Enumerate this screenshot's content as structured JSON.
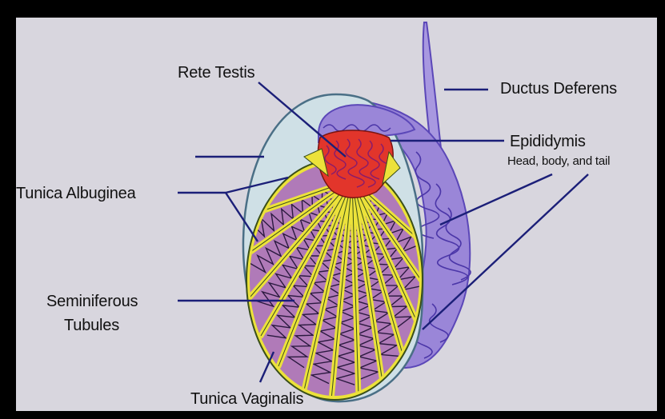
{
  "labels": {
    "rete_testis": "Rete Testis",
    "ductus_deferens": "Ductus Deferens",
    "epididymis": "Epididymis",
    "epididymis_sub": "Head, body, and tail",
    "tunica_albuginea": "Tunica Albuginea",
    "seminiferous_1": "Seminiferous",
    "seminiferous_2": "Tubules",
    "tunica_vaginalis": "Tunica Vaginalis"
  },
  "colors": {
    "frame": "#000000",
    "panel": "#d8d6de",
    "tunica_vaginalis": "#cfe0e6",
    "outline": "#4a6f86",
    "tunica_albuginea": "#ece23a",
    "lobule": "#b07ab8",
    "rete": "#e2352b",
    "epididymis": "#8f7cd0",
    "pointer": "#1b1f78"
  }
}
